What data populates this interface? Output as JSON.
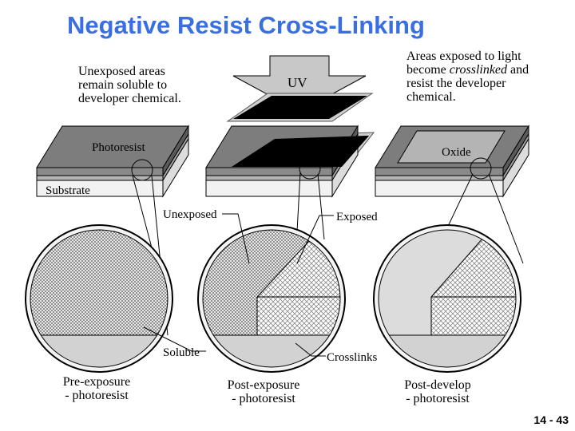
{
  "title": "Negative Resist Cross-Linking",
  "labels": {
    "unexposed_areas": [
      "Unexposed areas",
      "remain soluble to",
      "developer chemical."
    ],
    "exposed_areas": [
      "Areas exposed to light",
      "become ",
      "crosslinked",
      " and",
      "resist the developer",
      "chemical."
    ],
    "uv": "UV",
    "photoresist": "Photoresist",
    "oxide": "Oxide",
    "substrate": "Substrate",
    "unexposed": "Unexposed",
    "exposed": "Exposed",
    "soluble": "Soluble",
    "crosslinks": "Crosslinks"
  },
  "captions": [
    {
      "line1": "Pre-exposure",
      "line2": "- photoresist"
    },
    {
      "line1": "Post-exposure",
      "line2": "- photoresist"
    },
    {
      "line1": "Post-develop",
      "line2": "- photoresist"
    }
  ],
  "page_number": "14 - 43",
  "colors": {
    "title": "#3b6fe0",
    "resist": "#7d7d7d",
    "oxide": "#b4b4b4",
    "substrate": "#f2f2f2",
    "mask": "#000000",
    "arrow": "#c8c8c8"
  }
}
